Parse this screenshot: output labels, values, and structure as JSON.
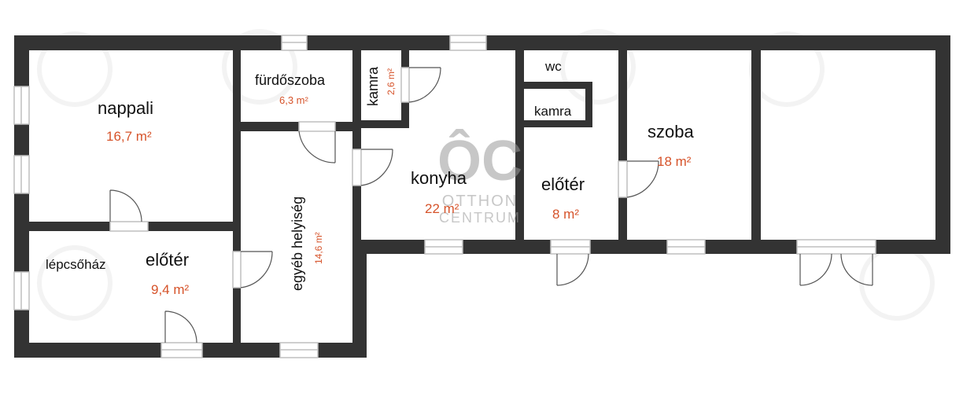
{
  "colors": {
    "wall": "#333333",
    "window": "#bfbfbf",
    "door": "#555555",
    "room_fill": "#ffffff",
    "area_text": "#d6532a",
    "watermark": "#9a9a9a"
  },
  "rooms": [
    {
      "id": "nappali",
      "name": "nappali",
      "area": "16,7 m²"
    },
    {
      "id": "furdoszoba",
      "name": "fürdőszoba",
      "area": "6,3 m²"
    },
    {
      "id": "kamra1",
      "name": "kamra",
      "area": "2,6 m²"
    },
    {
      "id": "wc",
      "name": "wc",
      "area": ""
    },
    {
      "id": "kamra2",
      "name": "kamra",
      "area": ""
    },
    {
      "id": "konyha",
      "name": "konyha",
      "area": "22 m²"
    },
    {
      "id": "eloter1",
      "name": "előtér",
      "area": "8 m²"
    },
    {
      "id": "szoba",
      "name": "szoba",
      "area": "18 m²"
    },
    {
      "id": "lepcsohaz",
      "name": "lépcsőház",
      "area": ""
    },
    {
      "id": "eloter2",
      "name": "előtér",
      "area": "9,4 m²"
    },
    {
      "id": "egyeb",
      "name": "egyéb helyiség",
      "area": "14,6 m²"
    }
  ],
  "watermark": {
    "mark": "ÔC",
    "line1": "OTTHON",
    "line2": "CENTRUM"
  }
}
